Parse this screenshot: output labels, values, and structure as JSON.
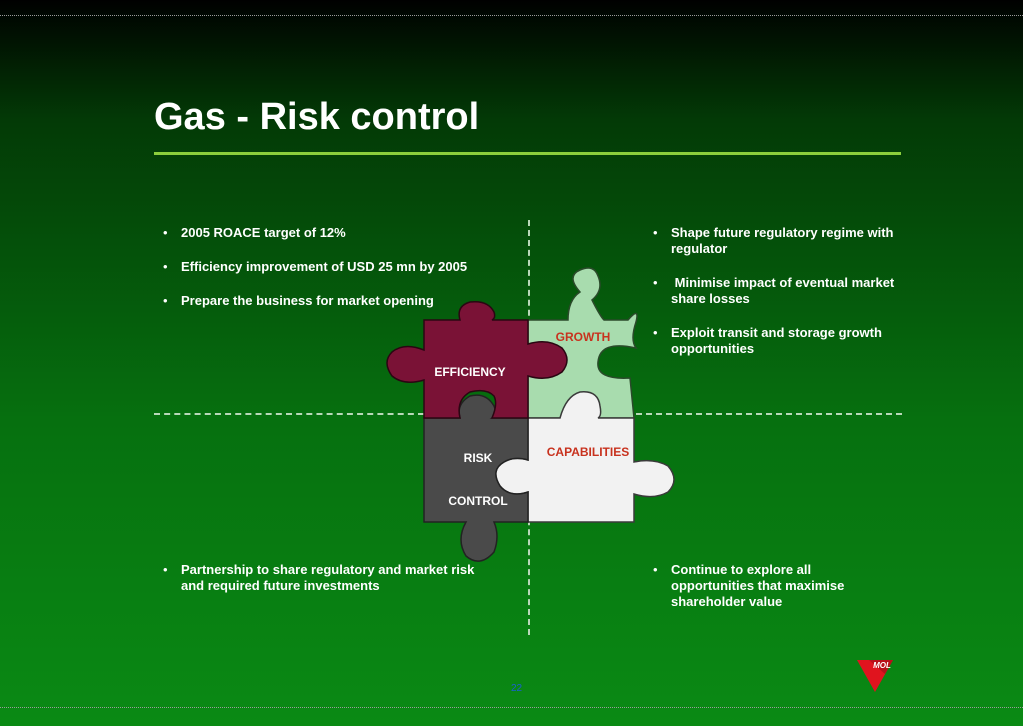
{
  "slide": {
    "title": "Gas - Risk control",
    "page_number": "22"
  },
  "quadrants": {
    "top_left": [
      "2005 ROACE target of 12%",
      "Efficiency improvement of USD 25 mn by 2005",
      "Prepare the business for market opening"
    ],
    "top_right": [
      "Shape future regulatory regime with regulator",
      " Minimise impact of eventual market share losses",
      "Exploit transit and storage growth opportunities"
    ],
    "bottom_left": [
      "Partnership to share regulatory and market risk and required future investments"
    ],
    "bottom_right": [
      "Continue to explore all opportunities that maximise shareholder value"
    ]
  },
  "puzzle": {
    "efficiency": "EFFICIENCY",
    "growth": "GROWTH",
    "risk": "RISK",
    "control": "CONTROL",
    "capabilities": "CAPABILITIES",
    "colors": {
      "efficiency": "#7a1236",
      "growth": "#a8dcae",
      "risk_control": "#4a4a4a",
      "capabilities": "#f2f2f2",
      "accent_text": "#c8321e"
    }
  },
  "logo": {
    "text": "MOL",
    "color": "#e0141e"
  }
}
